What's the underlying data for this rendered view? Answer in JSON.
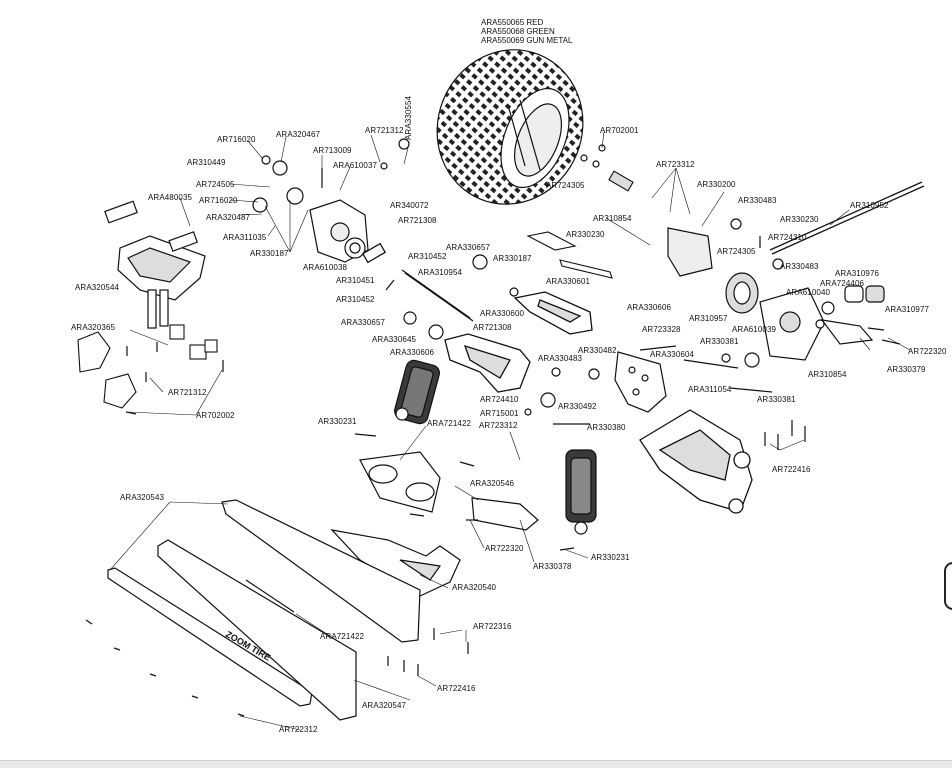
{
  "header": {
    "line1": "ARA550065 RED",
    "line2": "ARA550068 GREEN",
    "line3": "ARA550069 GUN METAL"
  },
  "parts": {
    "ar716020_a": "AR716020",
    "ara320467": "ARA320467",
    "ar721312_a": "AR721312",
    "ara330554": "ARA330554",
    "ar702001": "AR702001",
    "ar310449": "AR310449",
    "ar713009": "AR713009",
    "ara610037": "ARA610037",
    "ar723312_a": "AR723312",
    "ar724505_a": "AR724505",
    "ar716020_b": "AR716020",
    "ara480035": "ARA480035",
    "ara320487": "ARA320487",
    "ara311035": "ARA311035",
    "ar340072": "AR340072",
    "ar721308_a": "AR721308",
    "ar724305_a": "AR724305",
    "ar330200": "AR330200",
    "ar330483_a": "AR330483",
    "ar310952": "AR310952",
    "ar330230_r": "AR330230",
    "ar310854_a": "AR310854",
    "ar724310": "AR724310",
    "ar724305_b": "AR724305",
    "ar330483_b": "AR330483",
    "ar330187_a": "AR330187",
    "ara610038": "ARA610038",
    "ar310452_a": "AR310452",
    "ara330657_a": "ARA330657",
    "ar330230_m": "AR330230",
    "ar330187_b": "AR330187",
    "ara320544": "ARA320544",
    "ar310451": "AR310451",
    "ara310954": "ARA310954",
    "ara330601": "ARA330601",
    "ara310976": "ARA310976",
    "ara724406": "ARA724406",
    "ara610040": "ARA610040",
    "ara310977": "ARA310977",
    "ar310452_b": "AR310452",
    "ara330600": "ARA330600",
    "ara330606_r": "ARA330606",
    "ar310957": "AR310957",
    "ar723328": "AR723328",
    "ara610039": "ARA610039",
    "ara320365": "ARA320365",
    "ara330657_b": "ARA330657",
    "ar721308_b": "AR721308",
    "ara330645": "ARA330645",
    "ar722320_a": "AR722320",
    "ara330606_m": "ARA330606",
    "ar330381_a": "AR330381",
    "ar330604": "ARA330604",
    "ar330482": "AR330482",
    "ara330483": "ARA330483",
    "ar310854_b": "AR310854",
    "ar330379": "AR330379",
    "ar721312_b": "AR721312",
    "ar311054": "ARA311054",
    "ar330381_b": "AR330381",
    "ar724410": "AR724410",
    "ar330492": "AR330492",
    "ar702002": "AR702002",
    "ar715001": "AR715001",
    "ar723312_b": "AR723312",
    "ar330380": "AR330380",
    "ar330231_a": "AR330231",
    "ara721422_a": "ARA721422",
    "ar722416_a": "AR722416",
    "ara320546": "ARA320546",
    "ara320543": "ARA320543",
    "ar722320_b": "AR722320",
    "ar330231_b": "AR330231",
    "ar330378": "AR330378",
    "ara320540": "ARA320540",
    "ara721422_b": "ARA721422",
    "ar722316": "AR722316",
    "ar722416_b": "AR722416",
    "ara320547": "ARA320547",
    "ar722312": "AR722312"
  },
  "bumper_text": "ZOOM TIRE",
  "colors": {
    "line": "#111111",
    "fill": "#ffffff",
    "shade": "#d9d9d9",
    "dark": "#3a3a3a"
  }
}
